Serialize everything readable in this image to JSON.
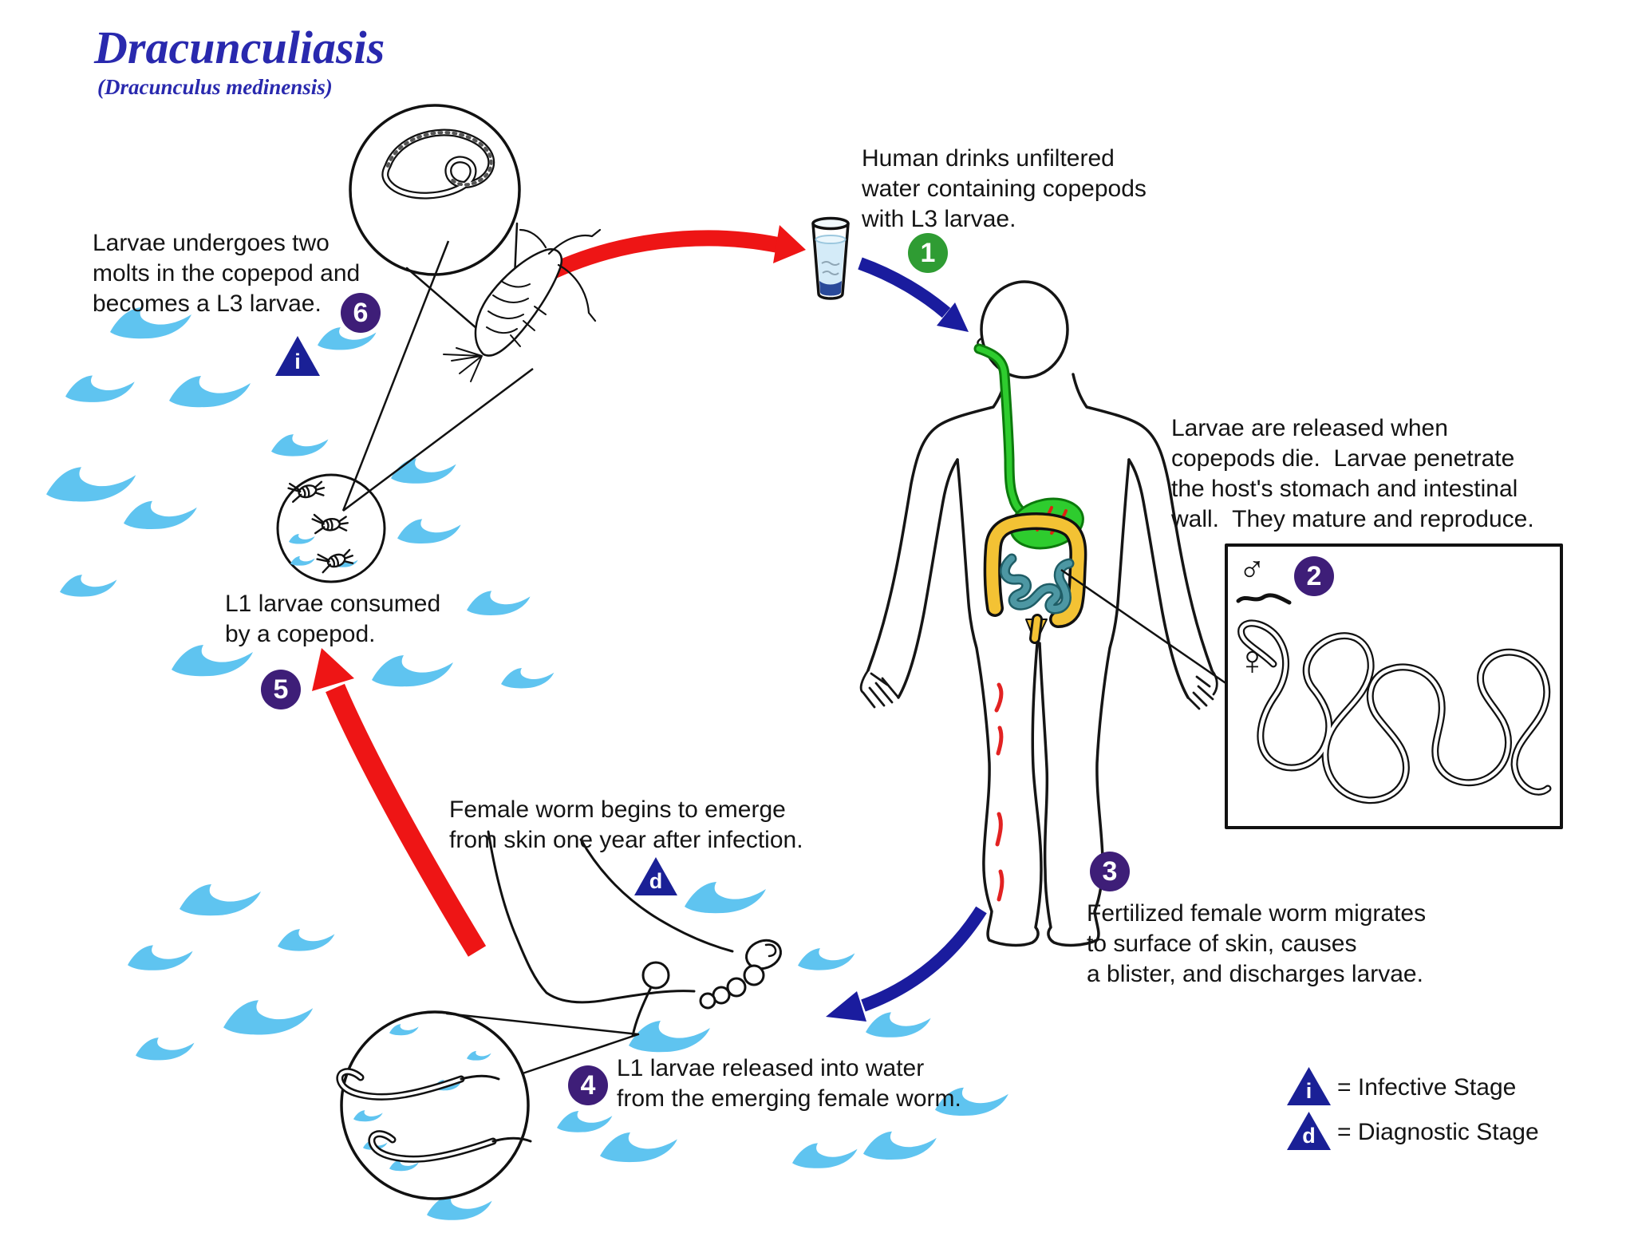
{
  "title": {
    "main": "Dracunculiasis",
    "subtitle": "(Dracunculus medinensis)"
  },
  "steps": [
    {
      "number": "1",
      "text": "Human drinks unfiltered\nwater containing copepods\nwith L3 larvae."
    },
    {
      "number": "2",
      "text": "Larvae are released when\ncopepods die.  Larvae penetrate\nthe host's stomach and intestinal\nwall.  They mature and reproduce."
    },
    {
      "number": "3",
      "text": "Fertilized female worm migrates\nto surface of skin, causes\na blister, and discharges larvae."
    },
    {
      "number": "4",
      "text": "L1 larvae released into water\nfrom the emerging female worm."
    },
    {
      "number": "5",
      "text": "L1 larvae consumed\nby a copepod."
    },
    {
      "number": "6",
      "text": "Larvae undergoes two\nmolts in the copepod and\nbecomes a L3 larvae."
    }
  ],
  "labels": {
    "female_worm": "Female worm begins to emerge\nfrom skin one year after infection."
  },
  "markers": {
    "infective_letter": "i",
    "diagnostic_letter": "d"
  },
  "legend": [
    {
      "symbol": "i",
      "label": "= Infective Stage"
    },
    {
      "symbol": "d",
      "label": "= Diagnostic Stage"
    }
  ],
  "symbols": {
    "male": "♂",
    "female": "♀"
  },
  "colors": {
    "title_blue": "#2929ae",
    "badge_purple": "#3e1e78",
    "badge_green": "#2f9c33",
    "triangle_navy": "#1a2096",
    "arrow_red": "#ee1515",
    "arrow_navy": "#1a1c9e",
    "wave_blue": "#5fc4f0",
    "intestine_yellow": "#f3c234",
    "small_intestine_teal": "#4d97a3",
    "esophagus_green": "#2ecc2e"
  }
}
